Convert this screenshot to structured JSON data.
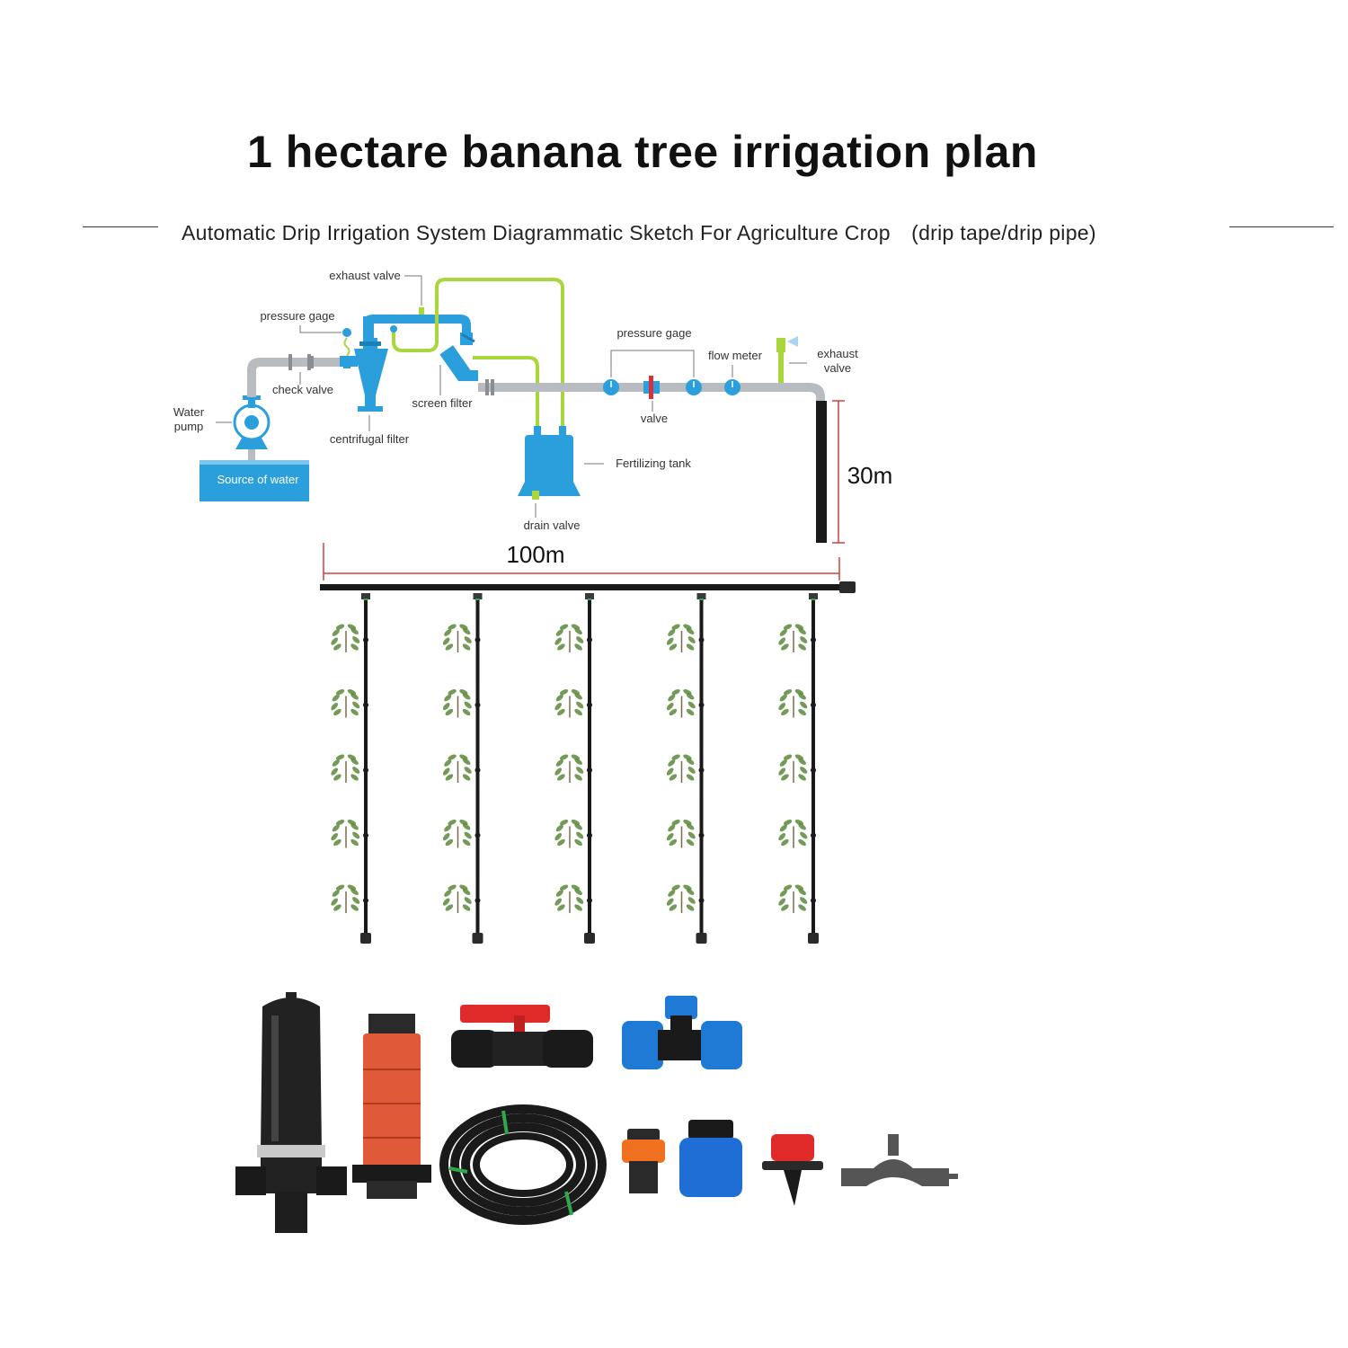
{
  "title": "1 hectare banana tree irrigation plan",
  "subtitle": "Automatic Drip Irrigation System Diagrammatic Sketch For Agriculture Crop　(drip tape/drip pipe)",
  "labels": {
    "exhaust_valve_top": "exhaust valve",
    "pressure_gage_left": "pressure gage",
    "check_valve": "check valve",
    "water_pump_1": "Water",
    "water_pump_2": "pump",
    "source_of_water": "Source of water",
    "centrifugal_filter": "centrifugal filter",
    "screen_filter": "screen filter",
    "pressure_gage_right": "pressure gage",
    "flow_meter": "flow meter",
    "exhaust_valve_right_1": "exhaust",
    "exhaust_valve_right_2": "valve",
    "valve": "valve",
    "fertilizing_tank": "Fertilizing tank",
    "drain_valve": "drain valve"
  },
  "dimensions": {
    "vertical": "30m",
    "horizontal": "100m"
  },
  "field": {
    "lateral_lines": 5,
    "plants_per_line": 5
  },
  "products": [
    {
      "name": "disc-filter-icon"
    },
    {
      "name": "disc-filter-element-icon"
    },
    {
      "name": "ball-valve-icon"
    },
    {
      "name": "tee-connector-icon"
    },
    {
      "name": "pipe-coil-icon"
    },
    {
      "name": "small-adapter-icon"
    },
    {
      "name": "compression-coupling-icon"
    },
    {
      "name": "dripper-icon"
    },
    {
      "name": "saddle-clamp-icon"
    }
  ],
  "colors": {
    "pipe_blue": "#2a9fdc",
    "pipe_grey": "#b8bcc0",
    "fert_green": "#a8d63c",
    "dim_red": "#d04040",
    "pipe_black": "#1a1a1a",
    "plant_green": "#5a8a3a"
  }
}
